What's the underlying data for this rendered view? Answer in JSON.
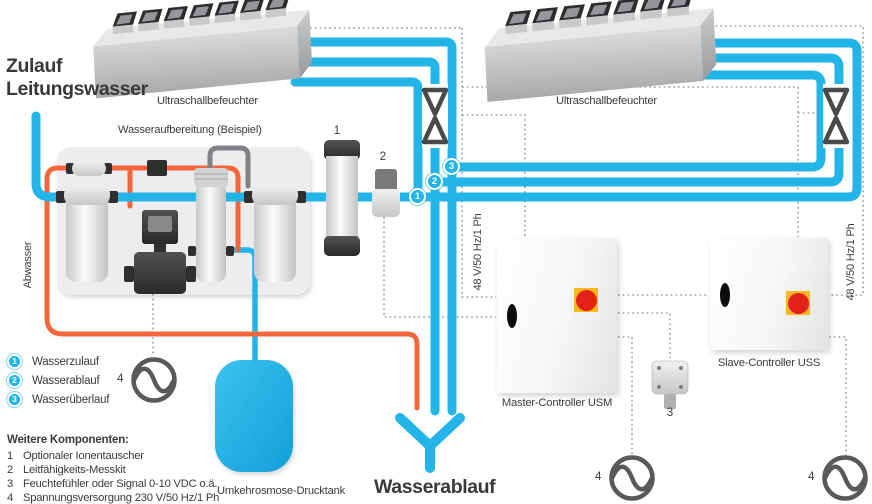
{
  "colors": {
    "pipe_blue": "#23b4e8",
    "pipe_orange": "#f4673a",
    "text_dark": "#3a3b3d",
    "dotted_gray": "#95979a",
    "valve_dark": "#48494b",
    "power_gray": "#58595b",
    "button_red": "#e32119",
    "button_yellow": "#f6b821",
    "tank_blue": "#29b7e8"
  },
  "headers": {
    "inlet_line1": "Zulauf",
    "inlet_line2": "Leitungswasser",
    "outlet": "Wasserablauf"
  },
  "devices": {
    "humidifier_left": "Ultraschallbefeuchter",
    "humidifier_right": "Ultraschallbefeuchter",
    "treatment": "Wasseraufbereitung (Beispiel)",
    "wastewater": "Abwasser",
    "tank": "Umkehrosmose-Drucktank",
    "master": "Master-Controller USM",
    "slave": "Slave-Controller USS",
    "voltage_left": "48 V/50 Hz/1 Ph",
    "voltage_right": "48 V/50 Hz/1 Ph"
  },
  "markers": {
    "pipe1": "1",
    "pipe2": "2",
    "pipe3": "3",
    "ion_exchanger": "1",
    "conductivity_kit": "2",
    "sensor": "3",
    "power_left": "4",
    "power_mid": "4",
    "power_right": "4"
  },
  "legend": {
    "items": [
      {
        "num": "1",
        "label": "Wasserzulauf"
      },
      {
        "num": "2",
        "label": "Wasserablauf"
      },
      {
        "num": "3",
        "label": "Wasserüberlauf"
      }
    ]
  },
  "komponenten": {
    "title": "Weitere Komponenten:",
    "items": [
      {
        "num": "1",
        "label": "Optionaler Ionentauscher"
      },
      {
        "num": "2",
        "label": "Leitfähigkeits-Messkit"
      },
      {
        "num": "3",
        "label": "Feuchtefühler oder Signal 0-10 VDC o.ä."
      },
      {
        "num": "4",
        "label": "Spannungsversorgung 230 V/50 Hz/1 Ph"
      }
    ]
  }
}
